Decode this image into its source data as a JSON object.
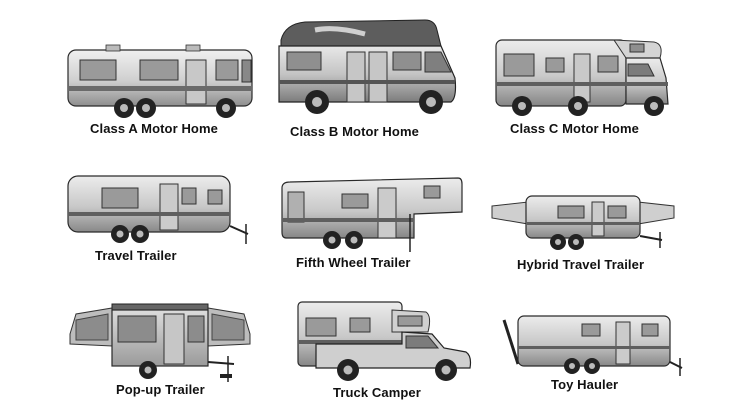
{
  "items": [
    {
      "key": "class_a",
      "label": "Class A Motor Home"
    },
    {
      "key": "class_b",
      "label": "Class B Motor Home"
    },
    {
      "key": "class_c",
      "label": "Class C Motor Home"
    },
    {
      "key": "travel_trailer",
      "label": "Travel Trailer"
    },
    {
      "key": "fifth_wheel",
      "label": "Fifth Wheel Trailer"
    },
    {
      "key": "hybrid",
      "label": "Hybrid Travel Trailer"
    },
    {
      "key": "popup",
      "label": "Pop-up Trailer"
    },
    {
      "key": "truck_camper",
      "label": "Truck Camper"
    },
    {
      "key": "toy_hauler",
      "label": "Toy Hauler"
    }
  ],
  "colors": {
    "body_light": "#e4e4e4",
    "body_mid": "#bdbdbd",
    "body_dark": "#7a7a7a",
    "stripe": "#5a5a5a",
    "window": "#9a9a9a",
    "outline": "#2a2a2a",
    "tire": "#222222"
  }
}
